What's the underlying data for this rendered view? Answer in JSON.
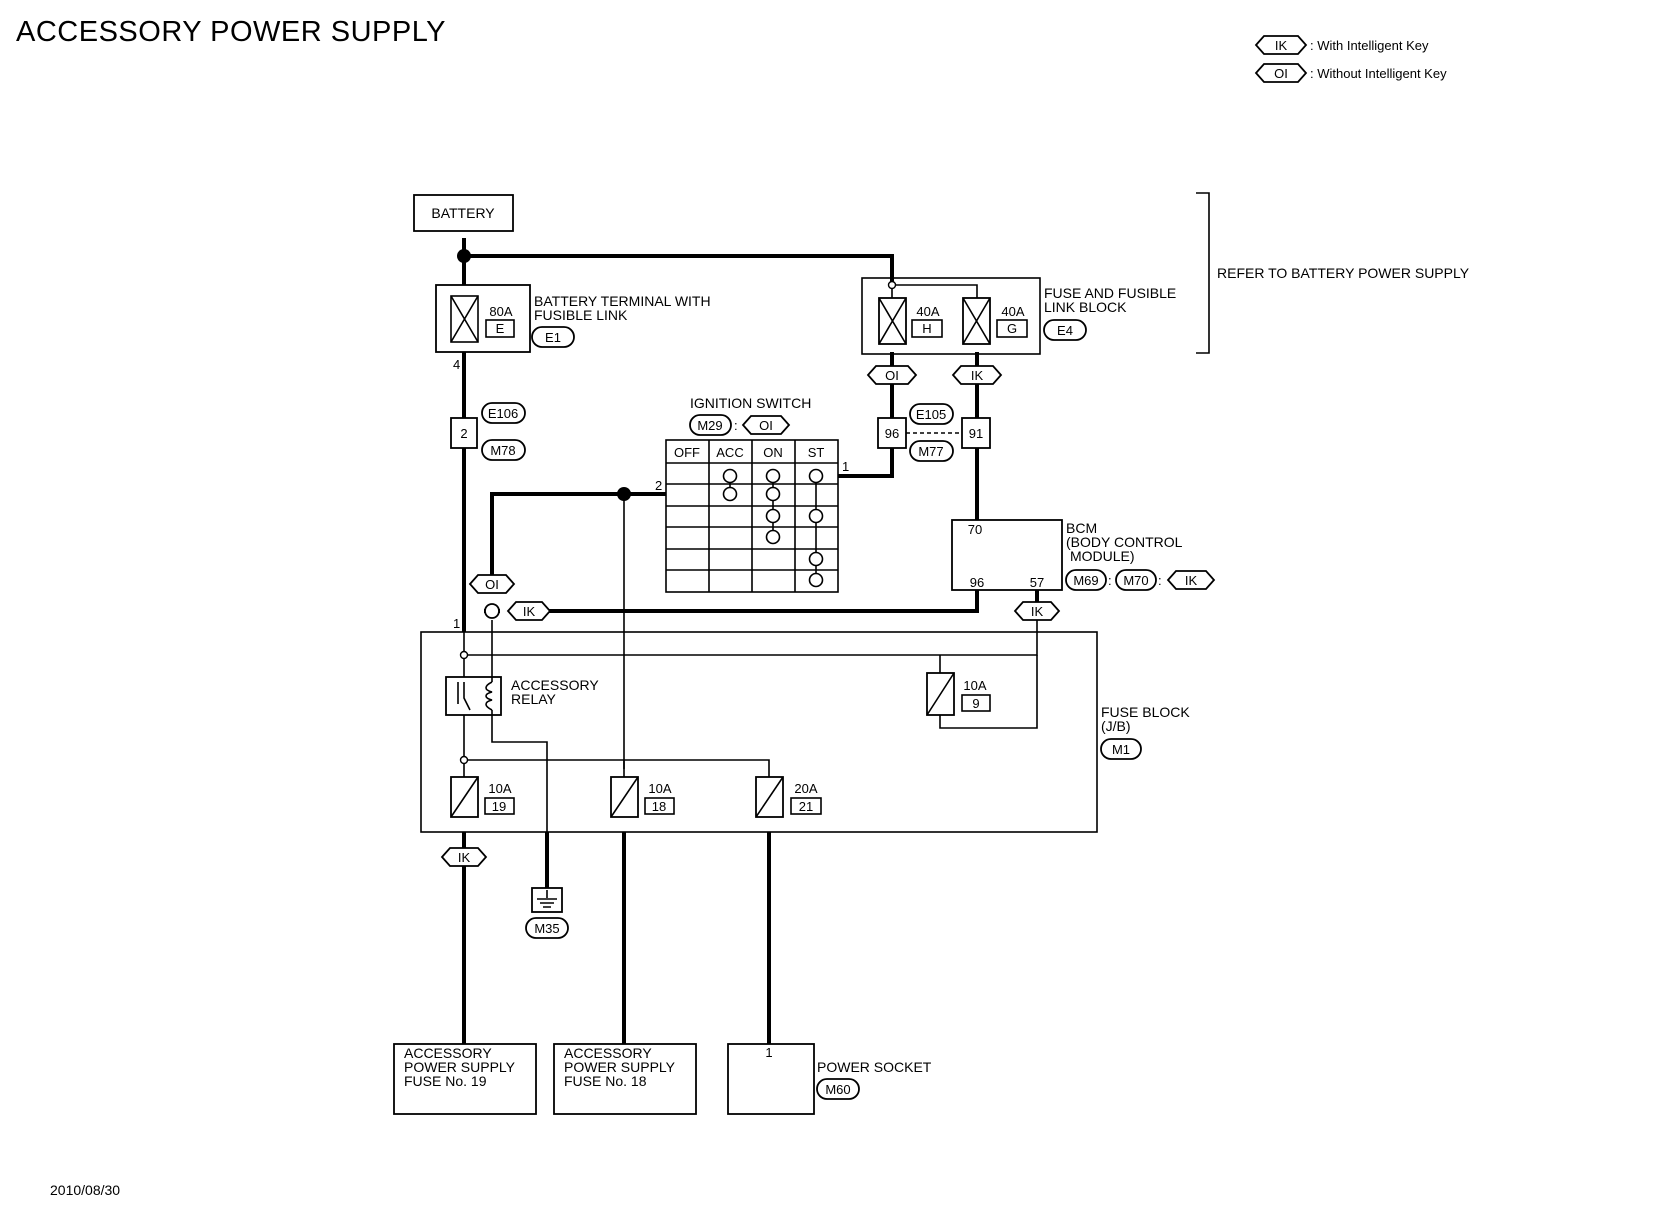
{
  "title": "ACCESSORY POWER SUPPLY",
  "date": "2010/08/30",
  "legend": {
    "ik_tag": "IK",
    "ik_text": ": With Intelligent Key",
    "oi_tag": "OI",
    "oi_text": ": Without Intelligent Key"
  },
  "refer_note": "REFER TO BATTERY POWER SUPPLY",
  "battery": {
    "label": "BATTERY"
  },
  "battery_terminal": {
    "line1": "BATTERY TERMINAL WITH",
    "line2": "FUSIBLE LINK",
    "connector": "E1",
    "fuse_rating": "80A",
    "fuse_id": "E",
    "pin": "4"
  },
  "fuse_link_block": {
    "line1": "FUSE AND FUSIBLE",
    "line2": "LINK BLOCK",
    "connector": "E4",
    "fuse_h_rating": "40A",
    "fuse_h_id": "H",
    "fuse_g_rating": "40A",
    "fuse_g_id": "G"
  },
  "joint_left": {
    "pin": "2",
    "conn_top": "E106",
    "conn_bottom": "M78"
  },
  "joint_right": {
    "pin_left": "96",
    "pin_right": "91",
    "conn_top": "E105",
    "conn_bottom": "M77"
  },
  "ignition_switch": {
    "label": "IGNITION SWITCH",
    "connector": "M29",
    "sep": ":",
    "variant": "OI",
    "columns": [
      "OFF",
      "ACC",
      "ON",
      "ST"
    ],
    "pin_1": "1",
    "pin_2": "2"
  },
  "bcm": {
    "line1": "BCM",
    "line2": "(BODY CONTROL",
    "line3": "MODULE)",
    "pin_70": "70",
    "pin_96": "96",
    "pin_57": "57",
    "conn_a": "M69",
    "conn_b": "M70",
    "sep": ":",
    "variant": "IK"
  },
  "fuse_block": {
    "line1": "FUSE BLOCK",
    "line2": "(J/B)",
    "connector": "M1",
    "pin_1": "1",
    "relay_line1": "ACCESSORY",
    "relay_line2": "RELAY",
    "fuse_9": {
      "rating": "10A",
      "id": "9"
    },
    "fuse_19": {
      "rating": "10A",
      "id": "19"
    },
    "fuse_18": {
      "rating": "10A",
      "id": "18"
    },
    "fuse_21": {
      "rating": "20A",
      "id": "21"
    }
  },
  "ground": {
    "connector": "M35"
  },
  "tags": {
    "oi": "OI",
    "ik": "IK"
  },
  "outputs": {
    "fuse19": {
      "line1": "ACCESSORY",
      "line2": "POWER SUPPLY",
      "line3": "FUSE No. 19"
    },
    "fuse18": {
      "line1": "ACCESSORY",
      "line2": "POWER SUPPLY",
      "line3": "FUSE No. 18"
    },
    "socket": {
      "label": "POWER SOCKET",
      "connector": "M60",
      "pin": "1"
    }
  }
}
